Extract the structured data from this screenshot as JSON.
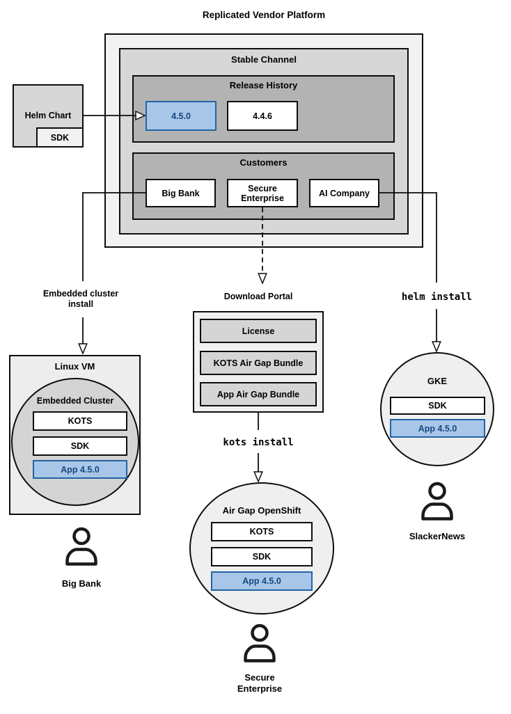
{
  "title": "Replicated Vendor Platform",
  "colors": {
    "accent_fill": "#a8c6e8",
    "accent_border": "#2264a5",
    "accent_text": "#16497f"
  },
  "platform": {
    "stable_channel": {
      "label": "Stable Channel"
    },
    "release_history": {
      "label": "Release History",
      "releases": [
        "4.5.0",
        "4.4.6"
      ]
    },
    "customers": {
      "label": "Customers",
      "items": [
        "Big Bank",
        "Secure Enterprise",
        "AI Company"
      ]
    }
  },
  "helm_chart": {
    "label": "Helm Chart",
    "sdk": "SDK"
  },
  "left_flow": {
    "edge_label": [
      "Embedded cluster",
      "install"
    ],
    "vm_label": "Linux VM",
    "cluster_label": "Embedded Cluster",
    "components": [
      "KOTS",
      "SDK",
      "App 4.5.0"
    ],
    "user_label": "Big Bank"
  },
  "middle_flow": {
    "portal_label": "Download Portal",
    "portal_items": [
      "License",
      "KOTS Air Gap Bundle",
      "App Air Gap Bundle"
    ],
    "command": "kots install",
    "cluster_label": "Air Gap OpenShift",
    "components": [
      "KOTS",
      "SDK",
      "App 4.5.0"
    ],
    "user_label": "Secure Enterprise"
  },
  "right_flow": {
    "command": "helm install",
    "cluster_label": "GKE",
    "components": [
      "SDK",
      "App 4.5.0"
    ],
    "user_label": "SlackerNews"
  }
}
